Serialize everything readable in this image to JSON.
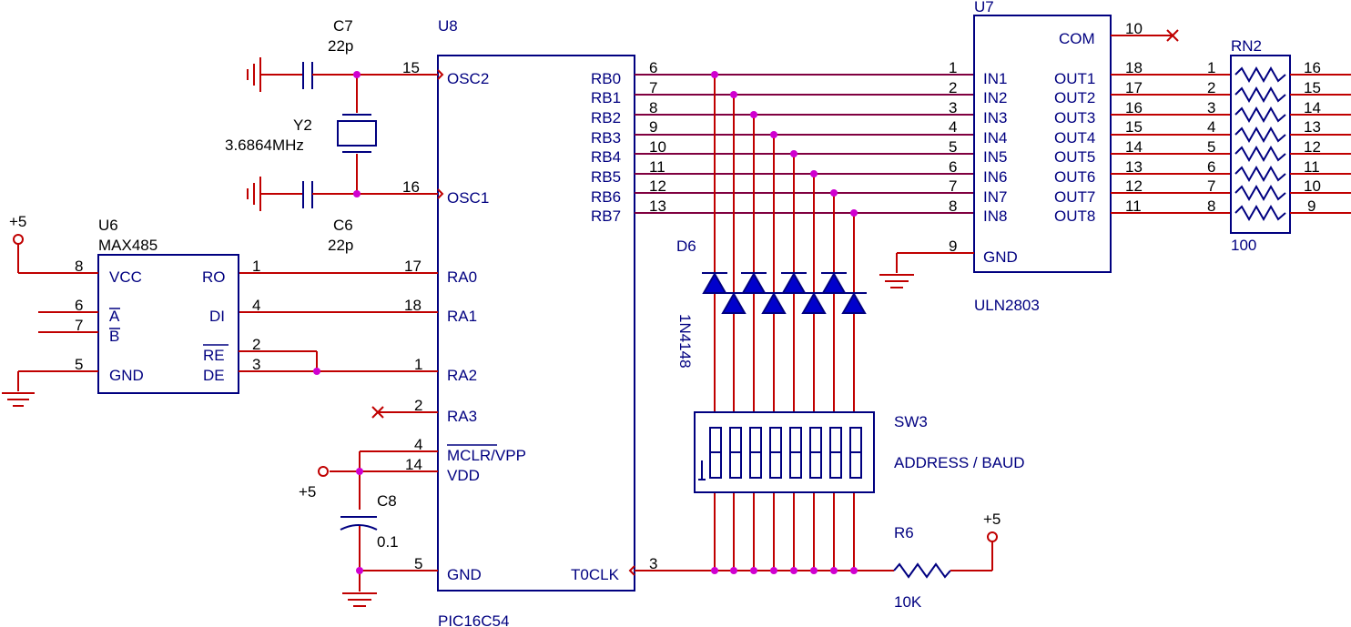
{
  "parts": {
    "c7": {
      "ref": "C7",
      "value": "22p"
    },
    "c6": {
      "ref": "C6",
      "value": "22p"
    },
    "c8": {
      "ref": "C8",
      "value": "0.1"
    },
    "y2": {
      "ref": "Y2",
      "value": "3.6864MHz"
    },
    "u8": {
      "ref": "U8",
      "name": "PIC16C54"
    },
    "u6": {
      "ref": "U6",
      "name": "MAX485"
    },
    "u7": {
      "ref": "U7",
      "name": "ULN2803"
    },
    "rn2": {
      "ref": "RN2",
      "value": "100"
    },
    "d6": {
      "ref": "D6",
      "value": "1N4148"
    },
    "sw3": {
      "ref": "SW3",
      "label": "ADDRESS / BAUD"
    },
    "r6": {
      "ref": "R6",
      "value": "10K"
    }
  },
  "power": {
    "vcc": "+5"
  },
  "u8_left_pins": [
    {
      "num": "15",
      "name": "OSC2"
    },
    {
      "num": "16",
      "name": "OSC1"
    },
    {
      "num": "17",
      "name": "RA0"
    },
    {
      "num": "18",
      "name": "RA1"
    },
    {
      "num": "1",
      "name": "RA2"
    },
    {
      "num": "2",
      "name": "RA3"
    },
    {
      "num": "4",
      "name": "MCLR/VPP"
    },
    {
      "num": "14",
      "name": "VDD"
    },
    {
      "num": "5",
      "name": "GND"
    }
  ],
  "u8_right_pins": [
    {
      "num": "6",
      "name": "RB0"
    },
    {
      "num": "7",
      "name": "RB1"
    },
    {
      "num": "8",
      "name": "RB2"
    },
    {
      "num": "9",
      "name": "RB3"
    },
    {
      "num": "10",
      "name": "RB4"
    },
    {
      "num": "11",
      "name": "RB5"
    },
    {
      "num": "12",
      "name": "RB6"
    },
    {
      "num": "13",
      "name": "RB7"
    },
    {
      "num": "3",
      "name": "T0CLK"
    }
  ],
  "u6_left_pins": [
    {
      "num": "8",
      "name": "VCC"
    },
    {
      "num": "6",
      "name": "A"
    },
    {
      "num": "7",
      "name": "B"
    },
    {
      "num": "5",
      "name": "GND"
    }
  ],
  "u6_right_pins": [
    {
      "num": "1",
      "name": "RO"
    },
    {
      "num": "4",
      "name": "DI"
    },
    {
      "num": "2",
      "name": "RE"
    },
    {
      "num": "3",
      "name": "DE"
    }
  ],
  "u7_in_pins": [
    {
      "num": "1",
      "name": "IN1"
    },
    {
      "num": "2",
      "name": "IN2"
    },
    {
      "num": "3",
      "name": "IN3"
    },
    {
      "num": "4",
      "name": "IN4"
    },
    {
      "num": "5",
      "name": "IN5"
    },
    {
      "num": "6",
      "name": "IN6"
    },
    {
      "num": "7",
      "name": "IN7"
    },
    {
      "num": "8",
      "name": "IN8"
    },
    {
      "num": "9",
      "name": "GND"
    }
  ],
  "u7_out_pins": [
    {
      "num": "10",
      "name": "COM"
    },
    {
      "num": "18",
      "name": "OUT1"
    },
    {
      "num": "17",
      "name": "OUT2"
    },
    {
      "num": "16",
      "name": "OUT3"
    },
    {
      "num": "15",
      "name": "OUT4"
    },
    {
      "num": "14",
      "name": "OUT5"
    },
    {
      "num": "13",
      "name": "OUT6"
    },
    {
      "num": "12",
      "name": "OUT7"
    },
    {
      "num": "11",
      "name": "OUT8"
    }
  ],
  "rn2_left_pins": [
    "1",
    "2",
    "3",
    "4",
    "5",
    "6",
    "7",
    "8"
  ],
  "rn2_right_pins": [
    "16",
    "15",
    "14",
    "13",
    "12",
    "11",
    "10",
    "9"
  ],
  "colors": {
    "wire": "#c00000",
    "part": "#000080",
    "bus": "#800040",
    "junction": "#d000d0"
  }
}
